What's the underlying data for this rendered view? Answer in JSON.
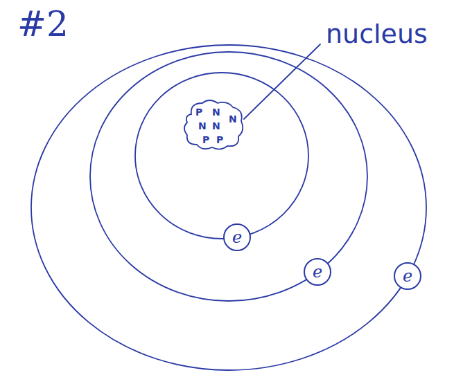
{
  "diagram": {
    "title": "#2",
    "nodes": [
      {
        "text": [
          "P",
          "N",
          "N",
          "N",
          "N",
          "P",
          "P"
        ]
      },
      {
        "text": [
          "e"
        ]
      },
      {
        "text": [
          "e"
        ]
      },
      {
        "text": [
          "e"
        ]
      }
    ],
    "labels": [
      "nucleus"
    ]
  }
}
